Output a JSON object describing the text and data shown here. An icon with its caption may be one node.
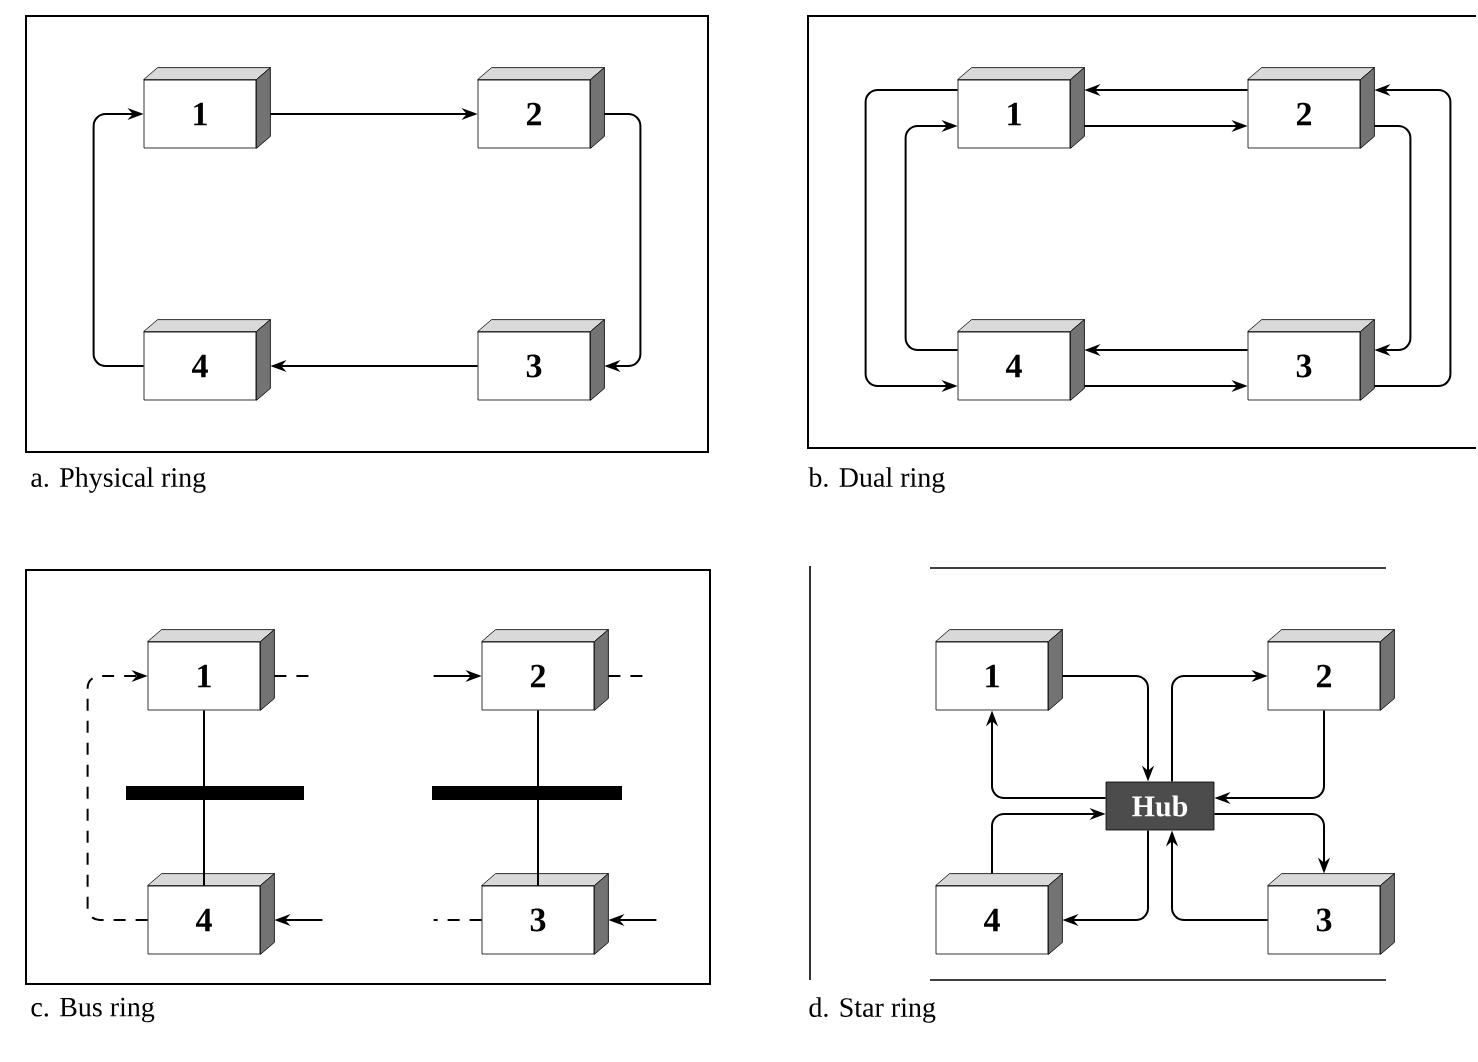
{
  "diagram": {
    "nodes": [
      {
        "text": [
          "1"
        ]
      },
      {
        "text": [
          "2"
        ]
      },
      {
        "text": [
          "3"
        ]
      },
      {
        "text": [
          "4"
        ]
      },
      {
        "text": [
          "1"
        ]
      },
      {
        "text": [
          "2"
        ]
      },
      {
        "text": [
          "3"
        ]
      },
      {
        "text": [
          "4"
        ]
      },
      {
        "text": [
          "1"
        ]
      },
      {
        "text": [
          "2"
        ]
      },
      {
        "text": [
          "4"
        ]
      },
      {
        "text": [
          "3"
        ]
      },
      {
        "text": [
          "1"
        ]
      },
      {
        "text": [
          "2"
        ]
      },
      {
        "text": [
          "Hub"
        ]
      },
      {
        "text": [
          "4"
        ]
      },
      {
        "text": [
          "3"
        ]
      }
    ],
    "edges": [
      {
        "from": 0,
        "to": 1,
        "arrow": "to"
      },
      {
        "from": 1,
        "to": 2,
        "arrow": "to"
      },
      {
        "from": 2,
        "to": 3,
        "arrow": "to"
      },
      {
        "from": 3,
        "to": 0,
        "arrow": "to"
      },
      {
        "from": 4,
        "to": 5,
        "arrow": "to"
      },
      {
        "from": 5,
        "to": 4,
        "arrow": "to"
      },
      {
        "from": 5,
        "to": 6,
        "arrow": "to"
      },
      {
        "from": 6,
        "to": 5,
        "arrow": "to"
      },
      {
        "from": 6,
        "to": 7,
        "arrow": "to"
      },
      {
        "from": 7,
        "to": 6,
        "arrow": "to"
      },
      {
        "from": 7,
        "to": 4,
        "arrow": "to"
      },
      {
        "from": 4,
        "to": 7,
        "arrow": "to"
      },
      {
        "from": 10,
        "to": 8,
        "arrow": "to",
        "style": "dashed"
      },
      {
        "from": 8,
        "to": null,
        "arrow": "none",
        "style": "dashed"
      },
      {
        "from": null,
        "to": 9,
        "arrow": "to"
      },
      {
        "from": 9,
        "to": null,
        "arrow": "none",
        "style": "dashed"
      },
      {
        "from": 8,
        "to": 10,
        "arrow": "none"
      },
      {
        "from": 9,
        "to": 11,
        "arrow": "none"
      },
      {
        "from": null,
        "to": 10,
        "arrow": "to"
      },
      {
        "from": 11,
        "to": null,
        "arrow": "none",
        "style": "dashed"
      },
      {
        "from": null,
        "to": 11,
        "arrow": "to"
      },
      {
        "from": 12,
        "to": 14,
        "arrow": "to"
      },
      {
        "from": 14,
        "to": 12,
        "arrow": "to"
      },
      {
        "from": 14,
        "to": 13,
        "arrow": "to"
      },
      {
        "from": 13,
        "to": 14,
        "arrow": "to"
      },
      {
        "from": 14,
        "to": 16,
        "arrow": "to"
      },
      {
        "from": 16,
        "to": 14,
        "arrow": "to"
      },
      {
        "from": 14,
        "to": 15,
        "arrow": "to"
      },
      {
        "from": 15,
        "to": 14,
        "arrow": "to"
      }
    ],
    "labels": [
      "a. Physical ring",
      "b. Dual ring",
      "c. Bus ring",
      "d. Star ring"
    ]
  }
}
